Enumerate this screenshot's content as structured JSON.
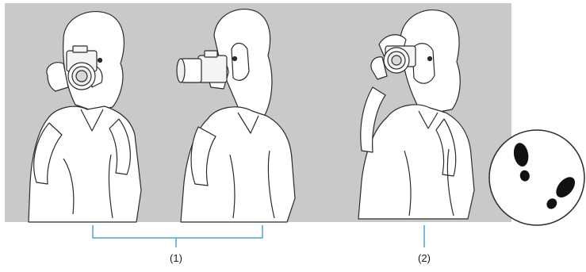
{
  "labels": {
    "group_1": "(1)",
    "group_2": "(2)"
  },
  "colors": {
    "background_panel": "#c9c9c9",
    "figure_fill": "#ffffff",
    "figure_stroke": "#2a2a2a",
    "callout_line": "#4aa3d8",
    "feet": "#111111"
  },
  "figures": [
    {
      "name": "figure-front-view-holding-camera"
    },
    {
      "name": "figure-side-view-holding-camera"
    },
    {
      "name": "figure-eye-level-viewfinder"
    }
  ],
  "inset": {
    "name": "feet-stance-inset"
  }
}
